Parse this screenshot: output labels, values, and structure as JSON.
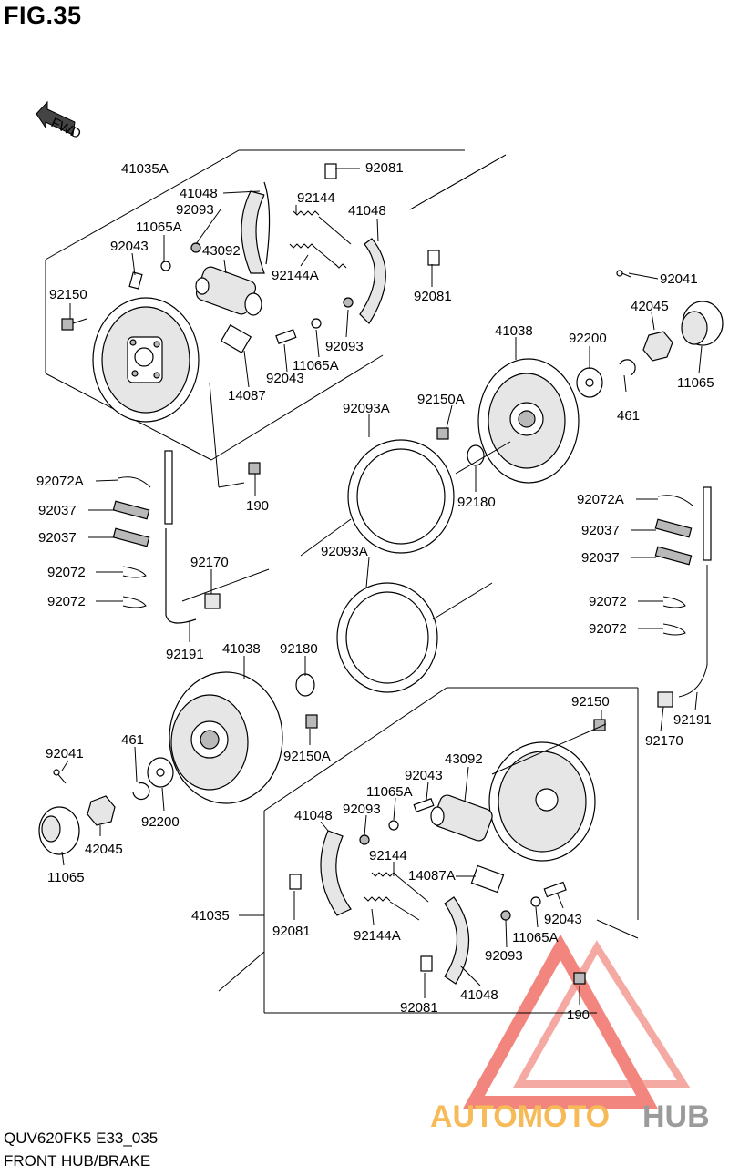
{
  "header": {
    "figure_title": "FIG.35"
  },
  "footer": {
    "model_code": "QUV620FK5 E33_035",
    "section_title": "FRONT HUB/BRAKE"
  },
  "fwd_marker": "FWD",
  "watermark": {
    "text_part1": "AUTOMOTO",
    "text_part2": "HUB",
    "color_red": "#f07067",
    "color_grey": "#8a8a8a",
    "color_orange": "#f5b03c"
  },
  "part_labels": [
    "41035A",
    "92081",
    "41048",
    "92093",
    "92144",
    "11065A",
    "41048",
    "92043",
    "43092",
    "92144A",
    "92150",
    "92081",
    "92093",
    "11065A",
    "92043",
    "14087",
    "92041",
    "42045",
    "41038",
    "92200",
    "11065",
    "92093A",
    "92150A",
    "461",
    "92180",
    "190",
    "92072A",
    "92037",
    "92037",
    "92072",
    "92072",
    "92170",
    "92072A",
    "92037",
    "92037",
    "92093A",
    "92072",
    "92072",
    "92191",
    "41038",
    "92180",
    "92150",
    "92191",
    "92041",
    "461",
    "92150A",
    "92170",
    "43092",
    "92043",
    "11065A",
    "92093",
    "41048",
    "92200",
    "42045",
    "92144",
    "14087A",
    "11065",
    "41035",
    "92081",
    "92144A",
    "92043",
    "11065A",
    "92093",
    "92081",
    "41048",
    "190"
  ]
}
